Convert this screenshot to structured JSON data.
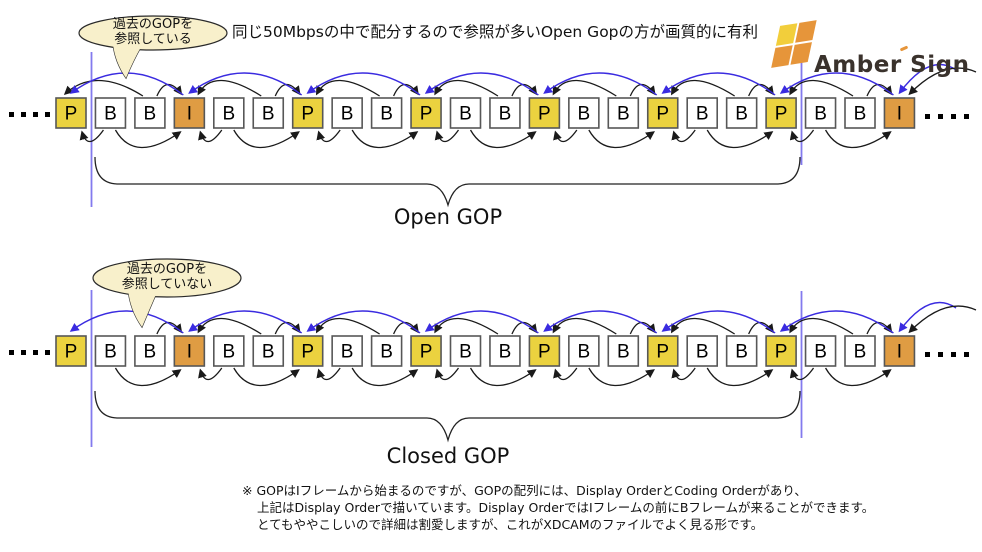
{
  "header": {
    "note": "同じ50Mbpsの中で配分するので参照が多いOpen Gopの方が画質的に有利",
    "brand": "Amber Sign"
  },
  "frame_sequence": [
    "P",
    "B",
    "B",
    "I",
    "B",
    "B",
    "P",
    "B",
    "B",
    "P",
    "B",
    "B",
    "P",
    "B",
    "B",
    "P",
    "B",
    "B",
    "P",
    "B",
    "B",
    "I"
  ],
  "rows": [
    {
      "id": "open",
      "bubble_line1": "過去のGOPを",
      "bubble_line2": "参照している",
      "label": "Open GOP",
      "references_previous_gop": true
    },
    {
      "id": "closed",
      "bubble_line1": "過去のGOPを",
      "bubble_line2": "参照していない",
      "label": "Closed GOP",
      "references_previous_gop": false
    }
  ],
  "footnote": {
    "line1": "※ GOPはIフレームから始まるのですが、GOPの配列には、Display OrderとCoding Orderがあり、",
    "line2": "上記はDisplay Orderで描いています。Display OrderではIフレームの前にBフレームが来ることができます。",
    "line3": "とてもややこしいので詳細は割愛しますが、これがXDCAMのファイルでよく見る形です。"
  },
  "colors": {
    "p_frame": "#EBD23F",
    "i_frame": "#DF9C43",
    "b_frame": "#FFFFFF",
    "frame_border": "#575757",
    "black_arc": "#1A1A1A",
    "blue_arc": "#3A2BE0",
    "gop_line": "#837AEE",
    "bubble_fill": "#F8F0CB",
    "bubble_border": "#2A2A2A",
    "logo_yellow": "#F2CE3B",
    "logo_orange": "#E6953A",
    "brand_text": "#3A322C"
  }
}
